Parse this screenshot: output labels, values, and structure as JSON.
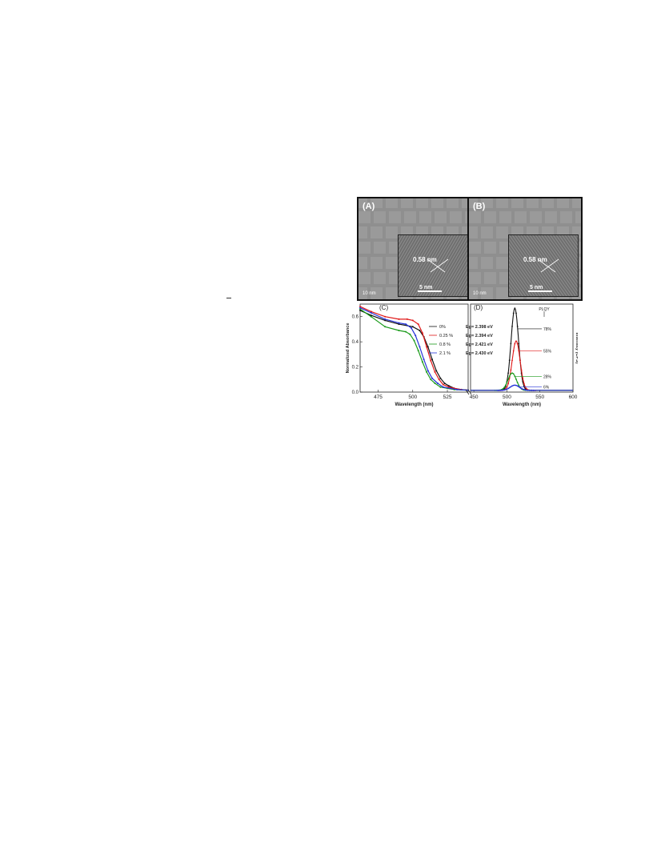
{
  "figure": {
    "panels": {
      "a_label": "(A)",
      "b_label": "(B)",
      "c_label": "(C)",
      "d_label": "(D)",
      "a_scale": "10 nm",
      "b_scale": "10 nm",
      "a_inset_spacing": "0.58 nm",
      "b_inset_spacing": "0.58 nm",
      "a_inset_scale": "5 nm",
      "b_inset_scale": "5 nm"
    }
  },
  "colors": {
    "s0": "#111111",
    "s1": "#e01818",
    "s2": "#1a9a1a",
    "s3": "#2432d8"
  },
  "chart_data": [
    {
      "type": "line",
      "panel": "C",
      "xlabel": "Wavelength (nm)",
      "ylabel": "Normalized Absorbance",
      "xlim": [
        462,
        540
      ],
      "ylim": [
        0,
        0.7
      ],
      "xticks": [
        475,
        500,
        525
      ],
      "yticks": [
        0.0,
        0.2,
        0.4,
        0.6
      ],
      "ytick_labels": [
        "0.0",
        "0.2",
        "0.4",
        "0.6"
      ],
      "legend_placement": "right",
      "series": [
        {
          "name": "0%",
          "label": "Eg= 2.398 eV",
          "marker": "diamond",
          "x": [
            462,
            470,
            480,
            490,
            500,
            505,
            508,
            511,
            514,
            517,
            520,
            523,
            526,
            530,
            535,
            540
          ],
          "y": [
            0.65,
            0.61,
            0.57,
            0.54,
            0.52,
            0.49,
            0.44,
            0.36,
            0.26,
            0.17,
            0.11,
            0.07,
            0.05,
            0.03,
            0.02,
            0.015
          ]
        },
        {
          "name": "0.25 %",
          "label": "Eg= 2.394 eV",
          "marker": "triangle",
          "x": [
            462,
            470,
            480,
            490,
            496,
            500,
            504,
            507,
            510,
            513,
            516,
            519,
            522,
            526,
            530,
            535,
            540
          ],
          "y": [
            0.68,
            0.64,
            0.6,
            0.58,
            0.58,
            0.57,
            0.54,
            0.47,
            0.36,
            0.25,
            0.16,
            0.1,
            0.06,
            0.04,
            0.03,
            0.02,
            0.015
          ]
        },
        {
          "name": "0.8 %",
          "label": "Eg= 2.421 eV",
          "marker": "triangle",
          "x": [
            462,
            470,
            480,
            490,
            495,
            498,
            501,
            504,
            507,
            510,
            513,
            516,
            520,
            525,
            530,
            540
          ],
          "y": [
            0.66,
            0.6,
            0.52,
            0.49,
            0.48,
            0.46,
            0.41,
            0.33,
            0.24,
            0.16,
            0.1,
            0.07,
            0.04,
            0.03,
            0.02,
            0.015
          ]
        },
        {
          "name": "2.1 %",
          "label": "Eg= 2.430 eV",
          "marker": "diamond",
          "x": [
            462,
            470,
            480,
            490,
            495,
            499,
            502,
            505,
            508,
            511,
            514,
            518,
            522,
            527,
            532,
            540
          ],
          "y": [
            0.67,
            0.63,
            0.58,
            0.55,
            0.54,
            0.51,
            0.45,
            0.36,
            0.26,
            0.17,
            0.11,
            0.07,
            0.04,
            0.03,
            0.02,
            0.015
          ]
        }
      ]
    },
    {
      "type": "line",
      "panel": "D",
      "xlabel": "Wavelength (nm)",
      "ylabel": "Intensity (CPS)",
      "xlim": [
        445,
        600
      ],
      "ylim": [
        0,
        1
      ],
      "xticks": [
        450,
        500,
        550,
        600
      ],
      "plqy_label": "PLQY",
      "series": [
        {
          "name": "0%",
          "peak_x": 512,
          "peak_y": 0.95,
          "width": 8,
          "plqy": "78%"
        },
        {
          "name": "0.25 %",
          "peak_x": 514,
          "peak_y": 0.57,
          "width": 8.5,
          "plqy": "55%"
        },
        {
          "name": "0.8 %",
          "peak_x": 508,
          "peak_y": 0.2,
          "width": 9,
          "plqy": "28%"
        },
        {
          "name": "2.1 %",
          "peak_x": 512,
          "peak_y": 0.06,
          "width": 10,
          "plqy": "6%"
        }
      ]
    }
  ]
}
